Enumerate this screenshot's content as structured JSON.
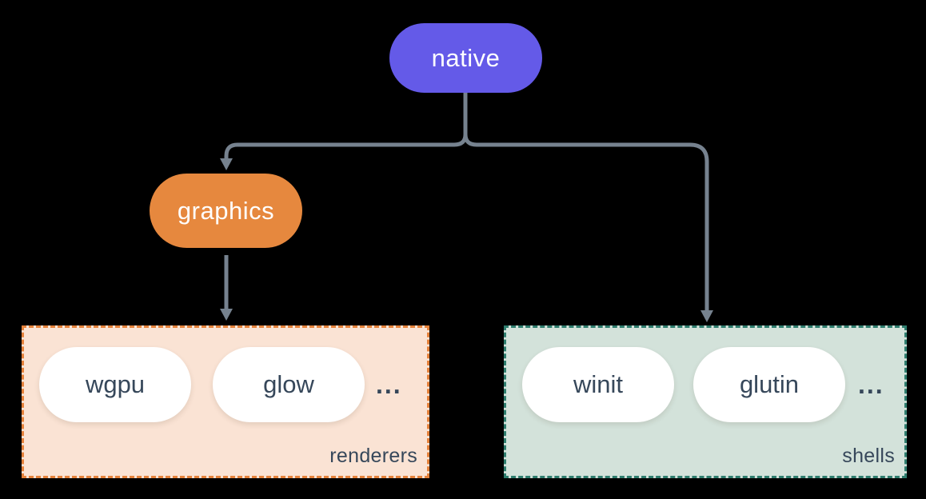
{
  "diagram": {
    "background": "#000000",
    "connector_color": "#76828F",
    "dark_text_color": "#36475A",
    "nodes": {
      "native": {
        "label": "native",
        "fill": "#645AE8",
        "text_color": "#FFFFFF"
      },
      "graphics": {
        "label": "graphics",
        "fill": "#E6883E",
        "text_color": "#FFFFFF"
      }
    },
    "groups": {
      "renderers": {
        "label": "renderers",
        "fill": "#FAE3D4",
        "border_color": "#E5823B",
        "items": [
          "wgpu",
          "glow"
        ],
        "ellipsis": "...",
        "item_fill": "#FFFFFF",
        "item_text_color": "#36475A"
      },
      "shells": {
        "label": "shells",
        "fill": "#D3E2DA",
        "border_color": "#2E7D6E",
        "items": [
          "winit",
          "glutin"
        ],
        "ellipsis": "...",
        "item_fill": "#FFFFFF",
        "item_text_color": "#36475A"
      }
    }
  }
}
